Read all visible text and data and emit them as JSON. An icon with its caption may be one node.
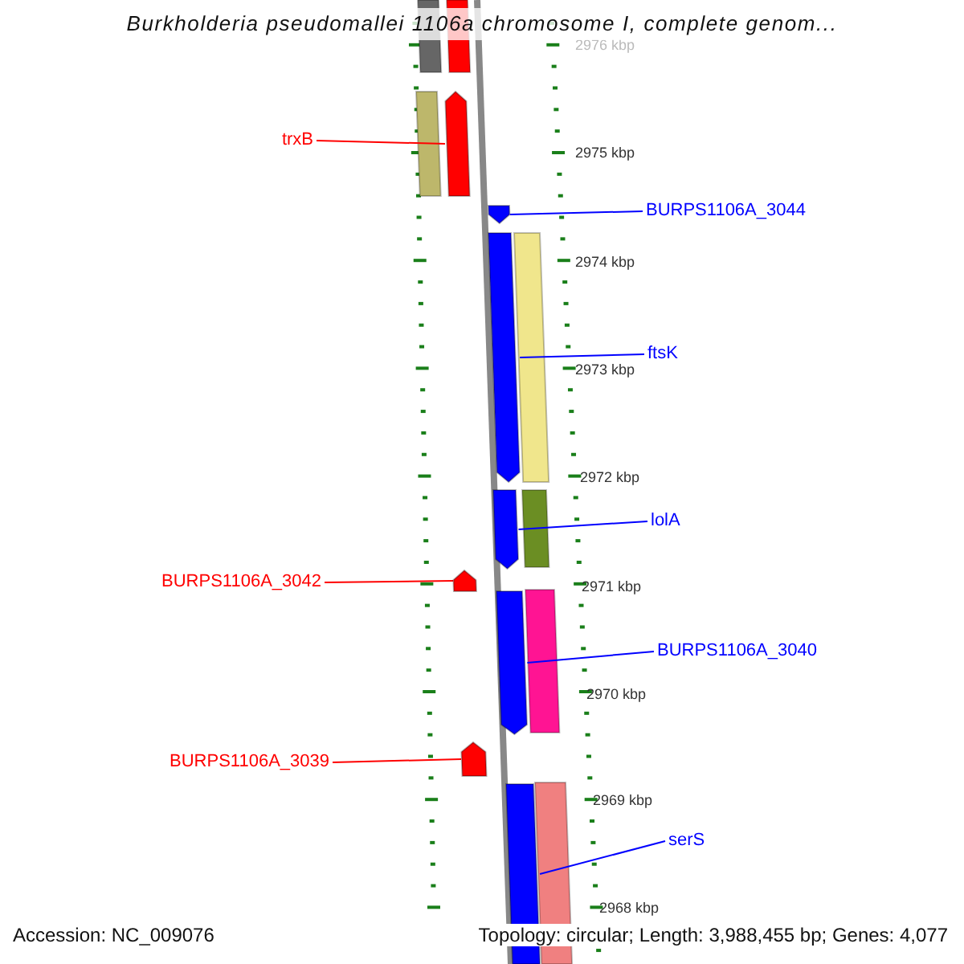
{
  "diagram": {
    "title": "Burkholderia pseudomallei 1106a chromosome I, complete genom...",
    "nodes": [
      {
        "text": [
          "trxB"
        ]
      },
      {
        "text": [],
        "shape": "bar"
      },
      {
        "text": [
          "BURPS1106A_3044"
        ]
      },
      {
        "text": [],
        "shape": "bar"
      },
      {
        "text": [
          "ftsK"
        ]
      },
      {
        "text": [],
        "shape": "bar"
      },
      {
        "text": [
          "lolA"
        ]
      },
      {
        "text": [],
        "shape": "bar"
      },
      {
        "text": [
          "BURPS1106A_3042"
        ]
      },
      {
        "text": [],
        "shape": "bar"
      },
      {
        "text": [
          "BURPS1106A_3040"
        ]
      },
      {
        "text": [],
        "shape": "bar"
      },
      {
        "text": [
          "BURPS1106A_3039"
        ]
      },
      {
        "text": [],
        "shape": "bar"
      },
      {
        "text": [
          "serS"
        ]
      },
      {
        "text": [],
        "shape": "bar"
      }
    ],
    "edges": [
      {
        "from": 0,
        "to": 1,
        "arrow": "none",
        "color": "#ff0000"
      },
      {
        "from": 2,
        "to": 3,
        "arrow": "none"
      },
      {
        "from": 4,
        "to": 5,
        "arrow": "none"
      },
      {
        "from": 6,
        "to": 7,
        "arrow": "none"
      },
      {
        "from": 8,
        "to": 9,
        "arrow": "none",
        "color": "#ff0000"
      },
      {
        "from": 10,
        "to": 11,
        "arrow": "none"
      },
      {
        "from": 12,
        "to": 13,
        "arrow": "none",
        "color": "#ff0000"
      },
      {
        "from": 14,
        "to": 15,
        "arrow": "none"
      }
    ],
    "labels": [
      "2976 kbp",
      "2975 kbp",
      "2974 kbp",
      "2973 kbp",
      "2972 kbp",
      "2971 kbp",
      "2970 kbp",
      "2969 kbp",
      "2968 kbp",
      "Accession: NC_009076",
      "Topology: circular; Length: 3,988,455 bp; Genes: 4,077"
    ]
  }
}
